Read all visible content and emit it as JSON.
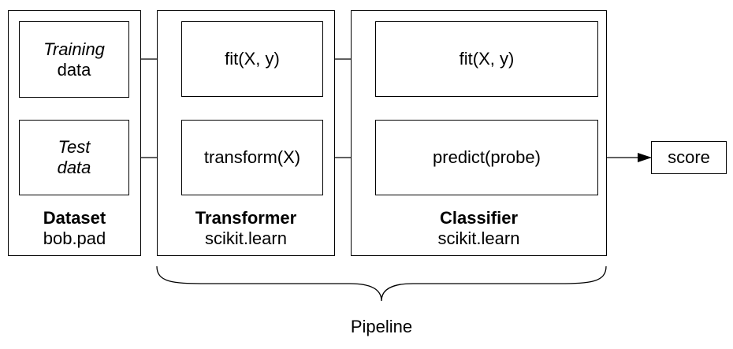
{
  "dataset": {
    "title": "Dataset",
    "subtitle": "bob.pad",
    "training": {
      "line1": "Training",
      "line2": "data"
    },
    "test": {
      "line1": "Test",
      "line2": "data"
    }
  },
  "transformer": {
    "title": "Transformer",
    "subtitle": "scikit.learn",
    "fit": "fit(X, y)",
    "transform": "transform(X)"
  },
  "classifier": {
    "title": "Classifier",
    "subtitle": "scikit.learn",
    "fit": "fit(X, y)",
    "predict": "predict(probe)"
  },
  "output": {
    "score": "score"
  },
  "pipeline": {
    "label": "Pipeline"
  }
}
